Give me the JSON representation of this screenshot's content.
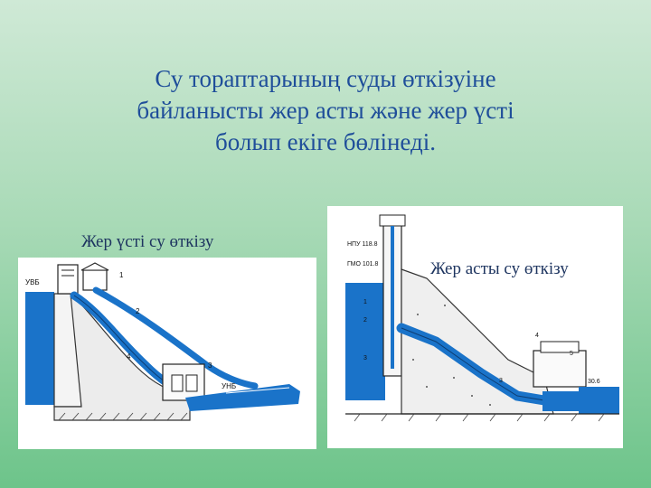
{
  "slide": {
    "title_lines": [
      "Су тораптарының суды өткізуіне",
      "байланысты жер асты және жер үсті",
      "болып екіге бөлінеді."
    ],
    "left_caption": "Жер үсті су өткізу",
    "right_caption": "Жер асты су өткізу"
  },
  "left_diagram": {
    "labels": [
      "УВБ",
      "УНБ",
      "1",
      "2",
      "3",
      "4"
    ]
  },
  "right_diagram": {
    "labels": [
      "НПУ 118.8",
      "ГМО 101.8",
      "1",
      "2",
      "3",
      "3",
      "4",
      "5",
      "30.6"
    ]
  },
  "colors": {
    "title": "#1f4e9a",
    "water": "#1a73c9",
    "background_top": "#cfe9d6",
    "background_bottom": "#6dc48a"
  }
}
